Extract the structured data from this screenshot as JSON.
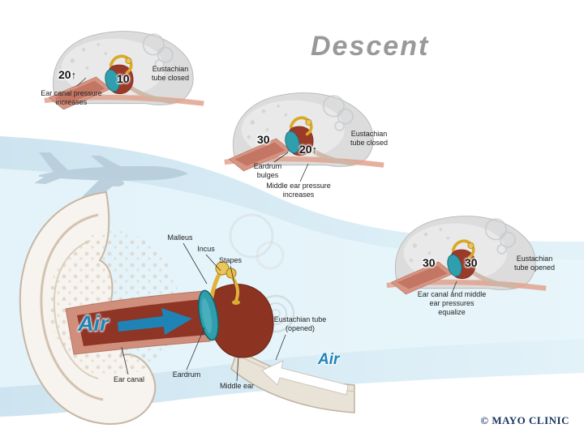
{
  "title": "Descent",
  "copyright": "© MAYO CLINIC",
  "stages": {
    "s1": {
      "canal_pressure": "20",
      "canal_arrow": "↑",
      "middle_pressure": "10",
      "tube_status": "Eustachian tube closed",
      "caption": "Ear canal pressure increases"
    },
    "s2": {
      "canal_pressure": "30",
      "middle_pressure": "20",
      "middle_arrow": "↑",
      "tube_status": "Eustachian tube closed",
      "caption_eardrum": "Eardrum bulges",
      "caption_pressure": "Middle ear pressure increases"
    },
    "s3": {
      "canal_pressure": "30",
      "middle_pressure": "30",
      "tube_status": "Eustachian tube opened",
      "caption": "Ear canal and middle ear pressures equalize"
    }
  },
  "anatomy": {
    "malleus": "Malleus",
    "incus": "Incus",
    "stapes": "Stapes",
    "eustachian_tube": "Eustachian tube (opened)",
    "ear_canal": "Ear canal",
    "eardrum": "Eardrum",
    "middle_ear": "Middle ear"
  },
  "air_flow": {
    "canal_air": "Air",
    "tube_air": "Air"
  },
  "colors": {
    "band_blue": "#d3e8f2",
    "band_highlight": "#e9f6fb",
    "airplane_silhouette": "#b7cdd9",
    "eardrum_teal": "#2f9fae",
    "middle_ear_red": "#8c3322",
    "ear_canal_pink": "#cf8f7c",
    "ossicles_yellow": "#e3b742",
    "air_blue": "#1e84b6",
    "title_gray": "#97999b",
    "copyright_navy": "#17365f"
  }
}
